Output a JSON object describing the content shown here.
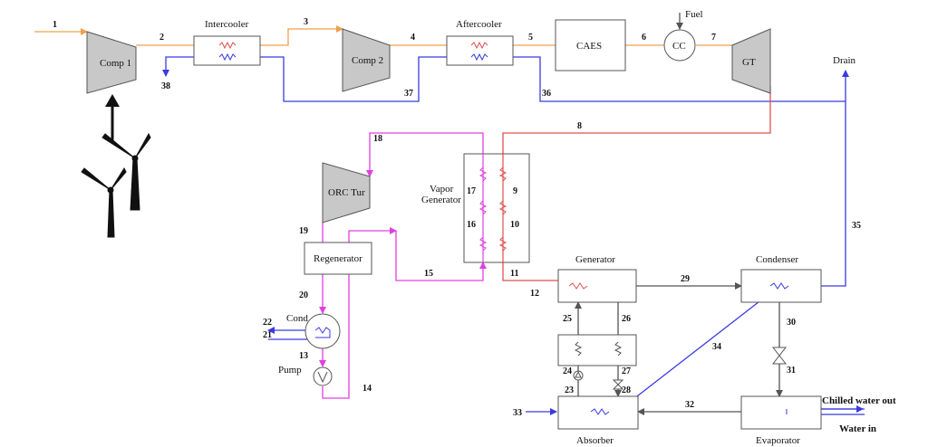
{
  "components": {
    "comp1": "Comp 1",
    "intercooler": "Intercooler",
    "comp2": "Comp 2",
    "aftercooler": "Aftercooler",
    "caes": "CAES",
    "cc": "CC",
    "fuel": "Fuel",
    "gt": "GT",
    "drain": "Drain",
    "orc_tur": "ORC Tur",
    "vapor_generator_1": "Vapor",
    "vapor_generator_2": "Generator",
    "regenerator": "Regenerator",
    "cond": "Cond",
    "pump": "Pump",
    "generator": "Generator",
    "condenser": "Condenser",
    "absorber": "Absorber",
    "evaporator": "Evaporator",
    "chilled_water_out": "Chilled water out",
    "water_in": "Water in"
  },
  "streams": {
    "s1": "1",
    "s2": "2",
    "s3": "3",
    "s4": "4",
    "s5": "5",
    "s6": "6",
    "s7": "7",
    "s8": "8",
    "s9": "9",
    "s10": "10",
    "s11": "11",
    "s12": "12",
    "s13": "13",
    "s14": "14",
    "s15": "15",
    "s16": "16",
    "s17": "17",
    "s18": "18",
    "s19": "19",
    "s20": "20",
    "s21": "21",
    "s22": "22",
    "s23": "23",
    "s24": "24",
    "s25": "25",
    "s26": "26",
    "s27": "27",
    "s28": "28",
    "s29": "29",
    "s30": "30",
    "s31": "31",
    "s32": "32",
    "s33": "33",
    "s34": "34",
    "s35": "35",
    "s36": "36",
    "s37": "37",
    "s38": "38"
  },
  "colors": {
    "air": "#f0a04b",
    "exhaust": "#e05050",
    "coolant": "#3a3ae0",
    "orc": "#e040e0",
    "neutral": "#555555"
  }
}
